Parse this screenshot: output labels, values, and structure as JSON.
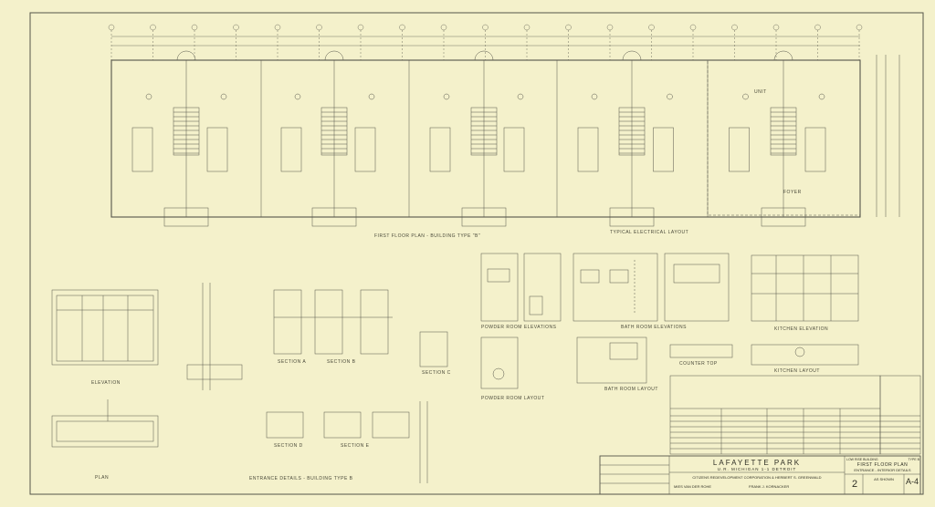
{
  "labels": {
    "first_floor_plan": "FIRST FLOOR PLAN - BUILDING TYPE \"B\"",
    "typical_electrical_layout": "TYPICAL ELECTRICAL LAYOUT",
    "elevation": "ELEVATION",
    "plan": "PLAN",
    "entrance_details": "ENTRANCE DETAILS - BUILDING TYPE B",
    "section_a": "SECTION A",
    "section_b": "SECTION B",
    "section_c": "SECTION C",
    "section_d": "SECTION D",
    "section_e": "SECTION E",
    "powder_room_elevations": "POWDER ROOM ELEVATIONS",
    "powder_room_layout": "POWDER ROOM LAYOUT",
    "bath_room_elevations": "BATH ROOM ELEVATIONS",
    "bath_room_layout": "BATH ROOM LAYOUT",
    "kitchen_elevation": "KITCHEN ELEVATION",
    "kitchen_layout": "KITCHEN LAYOUT",
    "counter_top": "COUNTER TOP",
    "unit": "UNIT",
    "foyer": "FOYER"
  },
  "title_block": {
    "project": "LAFAYETTE PARK",
    "location": "U.R. MICHIGAN 1-1 DETROIT",
    "client": "CITIZENS REDEVELOPMENT CORPORATION & HERBERT S. GREENWALD",
    "architect": "MIES VAN DER ROHE",
    "engineer": "FRANK J. KORNACKER",
    "building": "LOW RISE BUILDING",
    "type": "TYPE B",
    "sheet_title_1": "FIRST FLOOR PLAN",
    "sheet_title_2": "ENTRANCE - INTERIOR DETAILS",
    "scale": "AS SHOWN",
    "sheet_no": "A-4",
    "drawing_no": "2"
  }
}
